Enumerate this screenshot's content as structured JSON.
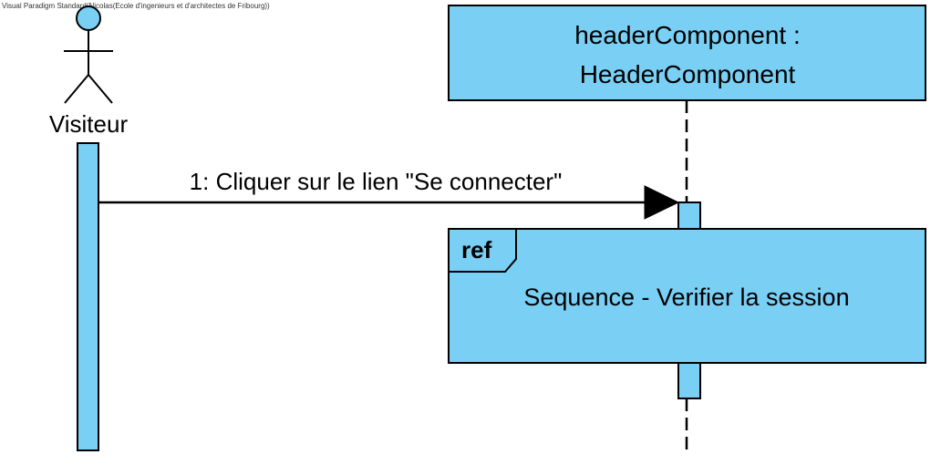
{
  "watermark": "Visual Paradigm Standard(Nicolas(Ecole d'ingenieurs et d'architectes de Fribourg))",
  "actor": {
    "name": "Visiteur"
  },
  "lifeline": {
    "title_line1": "headerComponent :",
    "title_line2": "HeaderComponent"
  },
  "message": {
    "label": "1: Cliquer sur le lien \"Se connecter\""
  },
  "interaction_use": {
    "tag": "ref",
    "label": "Sequence - Verifier la session"
  },
  "colors": {
    "fill": "#7ACFF4",
    "stroke": "#000000",
    "background": "#FFFFFF"
  }
}
